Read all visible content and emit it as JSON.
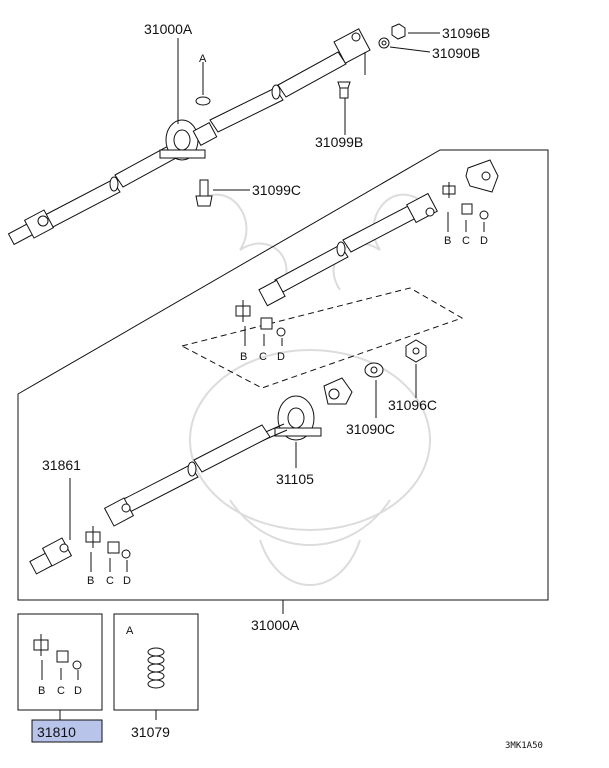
{
  "labels": {
    "top_shaft": "31000A",
    "nut": "31096B",
    "washer": "31090B",
    "bolt_b": "31099B",
    "bolt_c": "31099C",
    "washer_a": "A",
    "yoke_front": "31861",
    "center_bearing": "31105",
    "washer_c": "31090C",
    "nut_c": "31096C",
    "assembly": "31000A",
    "kit_joint": "31810",
    "kit_a": "31079"
  },
  "kit_letters": {
    "b": "B",
    "c": "C",
    "d": "D",
    "a": "A"
  },
  "diagram_code": "3MK1A50",
  "colors": {
    "highlight": "#b9c4ea",
    "line": "#111111"
  }
}
